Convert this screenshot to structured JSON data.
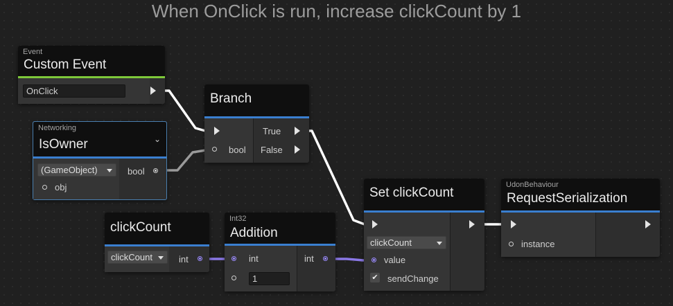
{
  "title": "When OnClick is run, increase clickCount by 1",
  "colors": {
    "accent": "#3a7fd0",
    "event_accent": "#7ec93a",
    "int_port": "#9b8bff",
    "wire_int": "#8a78e6",
    "wire_flow": "#ffffff"
  },
  "nodes": {
    "custom_event": {
      "category": "Event",
      "name": "Custom Event",
      "input_value": "OnClick"
    },
    "branch": {
      "name": "Branch",
      "input_label": "bool",
      "out_true": "True",
      "out_false": "False"
    },
    "is_owner": {
      "category": "Networking",
      "name": "IsOwner",
      "dropdown": "(GameObject)",
      "input_label": "obj",
      "output_label": "bool"
    },
    "click_count_get": {
      "name": "clickCount",
      "dropdown": "clickCount",
      "output_label": "int"
    },
    "addition": {
      "category": "Int32",
      "name": "Addition",
      "input_label": "int",
      "output_label": "int",
      "second_value": "1"
    },
    "set_click_count": {
      "name": "Set clickCount",
      "dropdown": "clickCount",
      "input_value_label": "value",
      "input_send_label": "sendChange",
      "send_checked": "✔"
    },
    "request_serialization": {
      "category": "UdonBehaviour",
      "name": "RequestSerialization",
      "input_label": "instance"
    }
  }
}
